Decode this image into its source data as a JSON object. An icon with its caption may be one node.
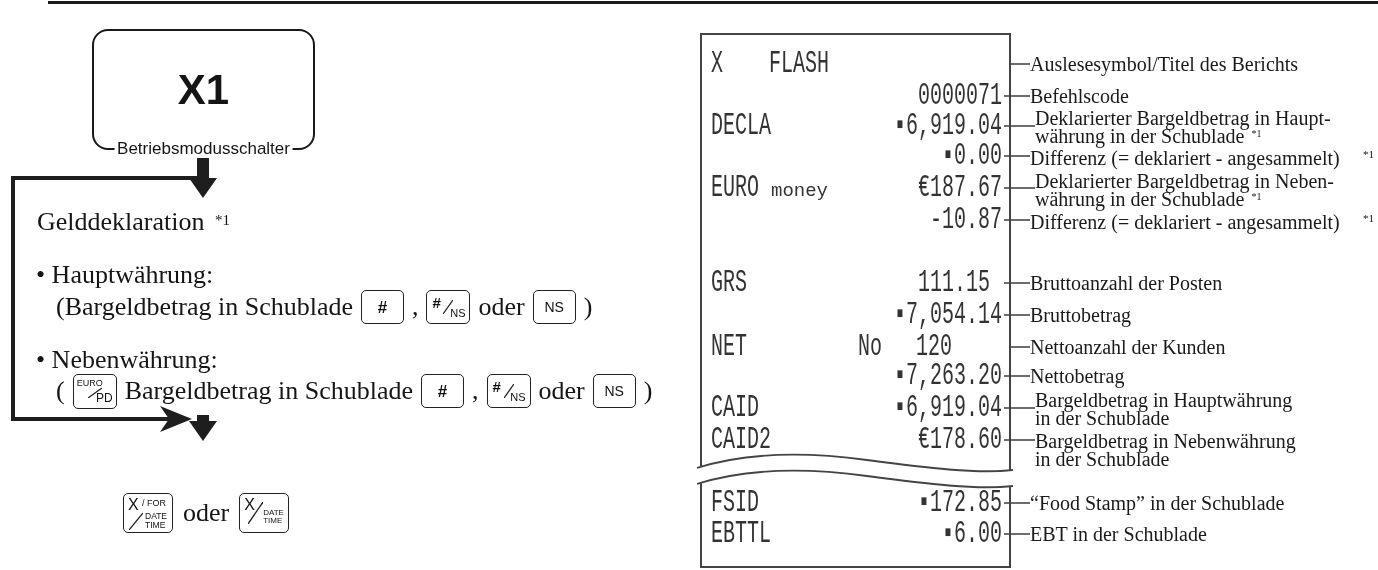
{
  "diagram": {
    "nodes": [
      {
        "text": [
          "X1",
          "Betriebsmodusschalter"
        ]
      },
      {
        "text": [
          "Gelddeklaration $^{*1}$",
          "• Hauptwährung:",
          "(Bargeldbetrag in Schublade",
          ",",
          "oder",
          ")",
          "• Nebenwährung:",
          "(",
          "Bargeldbetrag in Schublade",
          ",",
          "oder",
          ")"
        ]
      },
      {
        "text": [
          "#"
        ],
        "in": 1
      },
      {
        "text": [
          "#",
          "NS"
        ],
        "in": 1
      },
      {
        "text": [
          "NS"
        ],
        "in": 1
      },
      {
        "text": [
          "EURO",
          "PD"
        ],
        "in": 1
      },
      {
        "text": [
          "#"
        ],
        "in": 1
      },
      {
        "text": [
          "#",
          "NS"
        ],
        "in": 1
      },
      {
        "text": [
          "NS"
        ],
        "in": 1
      },
      {
        "text": [
          "oder"
        ]
      },
      {
        "text": [
          "X",
          "/ FOR",
          "DATE TIME"
        ],
        "in": 9
      },
      {
        "text": [
          "X",
          "DATE TIME"
        ],
        "in": 9
      },
      {
        "text": [
          "X",
          "FLASH",
          "NET",
          "No",
          "120"
        ]
      },
      {
        "text": [
          "0000071"
        ],
        "in": 12
      },
      {
        "text": [
          "DECLA",
          "▪6,919.04"
        ],
        "in": 12
      },
      {
        "text": [
          "▪0.00"
        ],
        "in": 12
      },
      {
        "text": [
          "EURO",
          "money",
          "€187.67"
        ],
        "in": 12
      },
      {
        "text": [
          "-10.87"
        ],
        "in": 12
      },
      {
        "text": [
          "GRS",
          "111.15"
        ],
        "in": 12
      },
      {
        "text": [
          "▪7,054.14"
        ],
        "in": 12
      },
      {
        "text": [
          "▪7,263.20"
        ],
        "in": 12
      },
      {
        "text": [
          "CAID",
          "▪6,919.04"
        ],
        "in": 12
      },
      {
        "text": [
          "CAID2",
          "€178.60"
        ],
        "in": 12
      },
      {
        "text": [
          "FSID",
          "▪172.85"
        ],
        "in": 12
      },
      {
        "text": [
          "EBTTL",
          "▪6.00"
        ],
        "in": 12
      },
      {
        "text": [
          "Auslesesymbol/Titel des Berichts"
        ]
      },
      {
        "text": [
          "Befehlscode"
        ]
      },
      {
        "text": [
          "Deklarierter Bargeldbetrag in Haupt- währung in der Schublade $^{*1}$"
        ]
      },
      {
        "text": [
          "Differenz (= deklariert - angesammelt)"
        ],
        "beside": [
          "*1"
        ]
      },
      {
        "text": [
          "Deklarierter Bargeldbetrag in Neben- währung in der Schublade $^{*1}$"
        ]
      },
      {
        "text": [
          "Differenz (= deklariert - angesammelt)"
        ],
        "beside": [
          "*1"
        ]
      },
      {
        "text": [
          "Bruttoanzahl der Posten"
        ]
      },
      {
        "text": [
          "Bruttobetrag"
        ]
      },
      {
        "text": [
          "Nettoanzahl der Kunden"
        ]
      },
      {
        "text": [
          "Nettobetrag"
        ]
      },
      {
        "text": [
          "Bargeldbetrag in Hauptwährung in der Schublade"
        ]
      },
      {
        "text": [
          "Bargeldbetrag in Nebenwährung in der Schublade"
        ]
      },
      {
        "text": [
          "“Food Stamp” in der Schublade"
        ]
      },
      {
        "text": [
          "EBT in der Schublade"
        ]
      }
    ],
    "edges": [
      {
        "from": 0,
        "to": 1,
        "arrow": "to",
        "style": "thick"
      },
      {
        "from": 1,
        "to": 9,
        "arrow": "to",
        "style": "thick"
      },
      {
        "from": 0,
        "to": 9,
        "arrow": "to",
        "style": "thick"
      },
      {
        "from": 25,
        "to": 12,
        "arrow": "none"
      },
      {
        "from": 26,
        "to": 13,
        "arrow": "none"
      },
      {
        "from": 27,
        "to": 14,
        "arrow": "none"
      },
      {
        "from": 28,
        "to": 15,
        "arrow": "none"
      },
      {
        "from": 29,
        "to": 16,
        "arrow": "none"
      },
      {
        "from": 30,
        "to": 17,
        "arrow": "none"
      },
      {
        "from": 31,
        "to": 18,
        "arrow": "none"
      },
      {
        "from": 32,
        "to": 19,
        "arrow": "none"
      },
      {
        "from": 33,
        "to": 12,
        "arrow": "none"
      },
      {
        "from": 34,
        "to": 20,
        "arrow": "none"
      },
      {
        "from": 35,
        "to": 21,
        "arrow": "none"
      },
      {
        "from": 36,
        "to": 22,
        "arrow": "none"
      },
      {
        "from": 37,
        "to": 23,
        "arrow": "none"
      },
      {
        "from": 38,
        "to": 24,
        "arrow": "none"
      }
    ]
  }
}
